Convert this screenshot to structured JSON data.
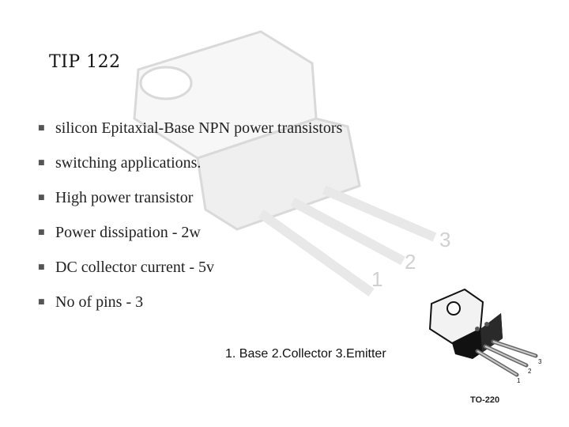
{
  "slide": {
    "title": "TIP 122",
    "bullets": [
      {
        "text": "silicon Epitaxial-Base NPN power transistors"
      },
      {
        "text": "switching applications."
      },
      {
        "text": "High power transistor"
      },
      {
        "text": "Power dissipation - 2w"
      },
      {
        "text": "DC collector current - 5v"
      },
      {
        "text": "No of pins - 3"
      }
    ],
    "pin_caption": "1. Base 2.Collector 3.Emitter",
    "background_pin_numbers": [
      "1",
      "2",
      "3"
    ],
    "package_pin_numbers": [
      "1",
      "2",
      "3"
    ],
    "package_label": "TO-220",
    "bullet_marker": "■"
  }
}
